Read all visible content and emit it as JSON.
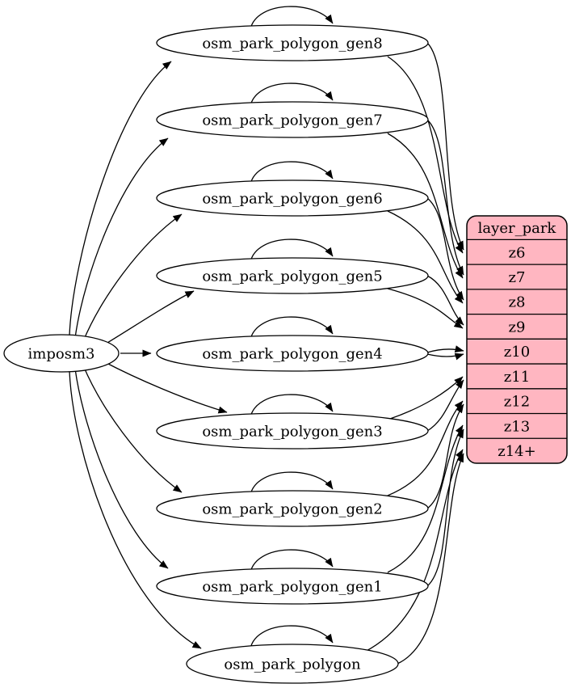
{
  "diagram": {
    "kind": "etl-graph",
    "colors": {
      "background": "#ffffff",
      "node_fill": "#ffffff",
      "stroke": "#000000",
      "layer_fill": "#ffb6c1",
      "text": "#000000"
    },
    "nodes": [
      {
        "id": "imposm3",
        "label": "imposm3"
      },
      {
        "id": "osm_park_polygon_gen8",
        "label": "osm_park_polygon_gen8"
      },
      {
        "id": "osm_park_polygon_gen7",
        "label": "osm_park_polygon_gen7"
      },
      {
        "id": "osm_park_polygon_gen6",
        "label": "osm_park_polygon_gen6"
      },
      {
        "id": "osm_park_polygon_gen5",
        "label": "osm_park_polygon_gen5"
      },
      {
        "id": "osm_park_polygon_gen4",
        "label": "osm_park_polygon_gen4"
      },
      {
        "id": "osm_park_polygon_gen3",
        "label": "osm_park_polygon_gen3"
      },
      {
        "id": "osm_park_polygon_gen2",
        "label": "osm_park_polygon_gen2"
      },
      {
        "id": "osm_park_polygon_gen1",
        "label": "osm_park_polygon_gen1"
      },
      {
        "id": "osm_park_polygon",
        "label": "osm_park_polygon"
      }
    ],
    "layer_table": {
      "title": "layer_park",
      "rows": [
        "z6",
        "z7",
        "z8",
        "z9",
        "z10",
        "z11",
        "z12",
        "z13",
        "z14+"
      ]
    },
    "edges": [
      {
        "from": "imposm3",
        "to": "osm_park_polygon_gen8"
      },
      {
        "from": "imposm3",
        "to": "osm_park_polygon_gen7"
      },
      {
        "from": "imposm3",
        "to": "osm_park_polygon_gen6"
      },
      {
        "from": "imposm3",
        "to": "osm_park_polygon_gen5"
      },
      {
        "from": "imposm3",
        "to": "osm_park_polygon_gen4"
      },
      {
        "from": "imposm3",
        "to": "osm_park_polygon_gen3"
      },
      {
        "from": "imposm3",
        "to": "osm_park_polygon_gen2"
      },
      {
        "from": "imposm3",
        "to": "osm_park_polygon_gen1"
      },
      {
        "from": "imposm3",
        "to": "osm_park_polygon"
      },
      {
        "from": "osm_park_polygon_gen8",
        "to": "osm_park_polygon_gen8"
      },
      {
        "from": "osm_park_polygon_gen7",
        "to": "osm_park_polygon_gen7"
      },
      {
        "from": "osm_park_polygon_gen6",
        "to": "osm_park_polygon_gen6"
      },
      {
        "from": "osm_park_polygon_gen5",
        "to": "osm_park_polygon_gen5"
      },
      {
        "from": "osm_park_polygon_gen4",
        "to": "osm_park_polygon_gen4"
      },
      {
        "from": "osm_park_polygon_gen3",
        "to": "osm_park_polygon_gen3"
      },
      {
        "from": "osm_park_polygon_gen2",
        "to": "osm_park_polygon_gen2"
      },
      {
        "from": "osm_park_polygon_gen1",
        "to": "osm_park_polygon_gen1"
      },
      {
        "from": "osm_park_polygon",
        "to": "osm_park_polygon"
      },
      {
        "from": "osm_park_polygon_gen8",
        "to": "layer_park.z6"
      },
      {
        "from": "osm_park_polygon_gen8",
        "to": "layer_park.z6"
      },
      {
        "from": "osm_park_polygon_gen7",
        "to": "layer_park.z7"
      },
      {
        "from": "osm_park_polygon_gen7",
        "to": "layer_park.z7"
      },
      {
        "from": "osm_park_polygon_gen6",
        "to": "layer_park.z8"
      },
      {
        "from": "osm_park_polygon_gen6",
        "to": "layer_park.z8"
      },
      {
        "from": "osm_park_polygon_gen5",
        "to": "layer_park.z9"
      },
      {
        "from": "osm_park_polygon_gen5",
        "to": "layer_park.z9"
      },
      {
        "from": "osm_park_polygon_gen4",
        "to": "layer_park.z10"
      },
      {
        "from": "osm_park_polygon_gen4",
        "to": "layer_park.z10"
      },
      {
        "from": "osm_park_polygon_gen3",
        "to": "layer_park.z11"
      },
      {
        "from": "osm_park_polygon_gen3",
        "to": "layer_park.z11"
      },
      {
        "from": "osm_park_polygon_gen2",
        "to": "layer_park.z12"
      },
      {
        "from": "osm_park_polygon_gen2",
        "to": "layer_park.z12"
      },
      {
        "from": "osm_park_polygon_gen1",
        "to": "layer_park.z13"
      },
      {
        "from": "osm_park_polygon_gen1",
        "to": "layer_park.z13"
      },
      {
        "from": "osm_park_polygon",
        "to": "layer_park.z14+"
      },
      {
        "from": "osm_park_polygon",
        "to": "layer_park.z14+"
      }
    ]
  }
}
